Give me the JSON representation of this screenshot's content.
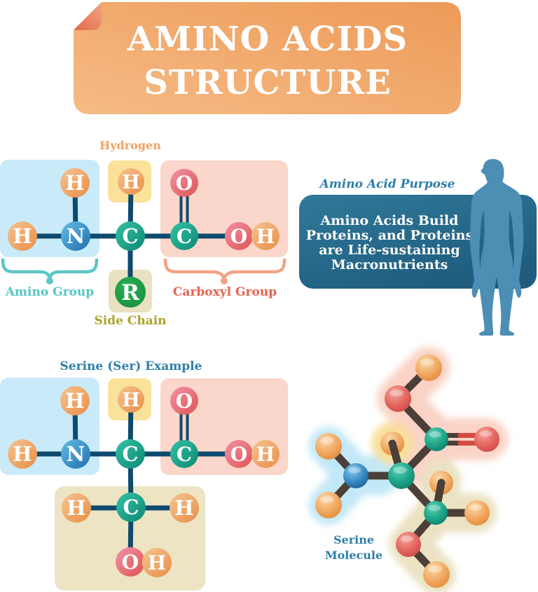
{
  "title": {
    "line1": "AMINO ACIDS",
    "line2": "STRUCTURE"
  },
  "generic_structure": {
    "hydrogen_label": "Hydrogen",
    "amino_group_label": "Amino Group",
    "carboxyl_group_label": "Carboxyl Group",
    "side_chain_label": "Side Chain",
    "atoms": {
      "h_top": "H",
      "h_left": "H",
      "n": "N",
      "h_alpha": "H",
      "c_alpha": "C",
      "o_top": "O",
      "c_carboxyl": "C",
      "o_oh": "O",
      "h_oh": "H",
      "r": "R"
    }
  },
  "purpose": {
    "title": "Amino Acid Purpose",
    "lines": [
      "Amino Acids Build",
      "Proteins, and Proteins",
      "are Life-sustaining",
      "Macronutrients"
    ]
  },
  "serine_structure": {
    "label": "Serine (Ser) Example",
    "atoms": {
      "h_top": "H",
      "h_left": "H",
      "n": "N",
      "h_alpha": "H",
      "c_alpha": "C",
      "o_top": "O",
      "c_carboxyl": "C",
      "o_oh": "O",
      "h_oh": "H",
      "h_side_left": "H",
      "c_side": "C",
      "h_side_right": "H",
      "o_side": "O",
      "h_side": "H"
    }
  },
  "molecule_3d": {
    "label_lines": [
      "Serine",
      "Molecule"
    ]
  },
  "colors": {
    "banner_orange": "#F0A263",
    "banner_fold": "#E4714F",
    "box_blue": "#C9EBF9",
    "box_yellow": "#FBE29B",
    "box_pink": "#FAD7CA",
    "box_tan": "#EAE2C2",
    "atom_hydrogen_orange": "#EC9650",
    "atom_nitrogen_blue": "#2A77B2",
    "atom_carbon_teal": "#12907A",
    "atom_oxygen_red": "#DE5450",
    "atom_r_green": "#22A04C",
    "bond_navy": "#0E4A6E",
    "bond_brown_3d": "#4B3F38",
    "label_hydrogen": "#F2A263",
    "label_amino_teal": "#56C5C5",
    "label_carboxyl_salmon": "#E8614D",
    "label_side_chain_olive": "#ACA426",
    "label_steel_blue": "#2E7FA8",
    "purpose_box_teal": "#26678A",
    "silhouette_blue": "#4C8EB4"
  }
}
